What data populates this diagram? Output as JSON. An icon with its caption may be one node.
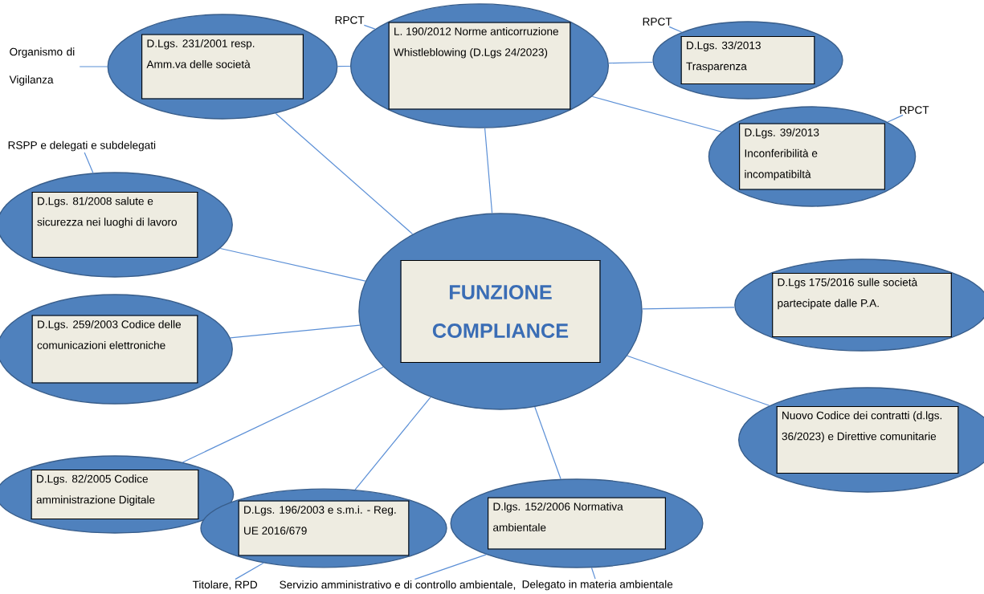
{
  "diagram": {
    "nodes": [
      {
        "text": [
          "Organismo di Vigilanza"
        ]
      },
      {
        "text": [
          "RPCT"
        ]
      },
      {
        "text": [
          "D.Lgs.  231/2001 resp. Amm.va delle società"
        ]
      },
      {
        "text": [
          "L. 190/2012 Norme anticorruzione Whistleblowing (D.Lgs 24/2023)"
        ]
      },
      {
        "text": [
          "RPCT"
        ]
      },
      {
        "text": [
          "D.Lgs. 33/2013 Trasparenza"
        ]
      },
      {
        "text": [
          "RPCT"
        ]
      },
      {
        "text": [
          "D.Lgs. 39/2013 Inconferibilità e incompatibiltà"
        ]
      },
      {
        "text": [
          "RSPP e delegati e subdelegati"
        ]
      },
      {
        "text": [
          "D.Lgs. 81/2008 salute e sicurezza nei luoghi di lavoro"
        ]
      },
      {
        "text": [
          "FUNZIONE COMPLIANCE"
        ]
      },
      {
        "text": [
          "D.Lgs. 259/2003 Codice delle comunicazioni elettroniche"
        ]
      },
      {
        "text": [
          "D.Lgs 175/2016 sulle società partecipate dalle P.A."
        ]
      },
      {
        "text": [
          "Nuovo Codice dei contratti (d.lgs. 36/2023) e Direttive comunitarie"
        ]
      },
      {
        "text": [
          "D.Lgs. 82/2005 Codice amministrazione Digitale"
        ]
      },
      {
        "text": [
          "D.Lgs. 196/2003 e  s.m.i. - Reg. UE  2016/679"
        ]
      },
      {
        "text": [
          "D.lgs. 152/2006 Normativa ambientale"
        ]
      },
      {
        "text": [
          "Titolare, RPD"
        ]
      },
      {
        "text": [
          "Servizio amministrativo e di controllo ambientale,"
        ]
      },
      {
        "text": [
          "Delegato in materia ambientale"
        ]
      }
    ],
    "edges": [
      {
        "from": 0,
        "to": 2,
        "arrow": "none"
      },
      {
        "from": 1,
        "to": 3,
        "arrow": "none"
      },
      {
        "from": 4,
        "to": 5,
        "arrow": "none"
      },
      {
        "from": 6,
        "to": 7,
        "arrow": "none"
      },
      {
        "from": 8,
        "to": 9,
        "arrow": "none"
      },
      {
        "from": 2,
        "to": 3,
        "arrow": "none"
      },
      {
        "from": 3,
        "to": 5,
        "arrow": "none"
      },
      {
        "from": 3,
        "to": 7,
        "arrow": "none"
      },
      {
        "from": 10,
        "to": 2,
        "arrow": "none"
      },
      {
        "from": 10,
        "to": 3,
        "arrow": "none"
      },
      {
        "from": 10,
        "to": 9,
        "arrow": "none"
      },
      {
        "from": 10,
        "to": 11,
        "arrow": "none"
      },
      {
        "from": 10,
        "to": 14,
        "arrow": "none"
      },
      {
        "from": 10,
        "to": 15,
        "arrow": "none"
      },
      {
        "from": 10,
        "to": 16,
        "arrow": "none"
      },
      {
        "from": 10,
        "to": 12,
        "arrow": "none"
      },
      {
        "from": 10,
        "to": 13,
        "arrow": "none"
      },
      {
        "from": 17,
        "to": 15,
        "arrow": "none"
      },
      {
        "from": 18,
        "to": 16,
        "arrow": "none"
      },
      {
        "from": 19,
        "to": 16,
        "arrow": "none"
      }
    ]
  }
}
